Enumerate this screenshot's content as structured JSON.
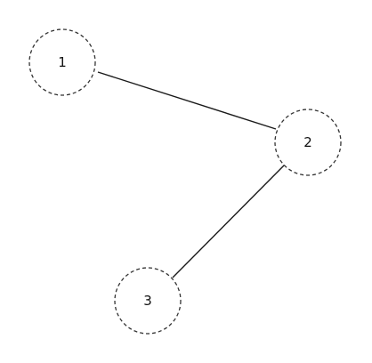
{
  "diagram": {
    "nodes": [
      {
        "id": "n1",
        "label": "1"
      },
      {
        "id": "n2",
        "label": "2"
      },
      {
        "id": "n3",
        "label": "3"
      }
    ],
    "edges": [
      {
        "from": "n1",
        "to": "n2"
      },
      {
        "from": "n2",
        "to": "n3"
      }
    ],
    "colors": {
      "edge": "#1a1a1a",
      "node_border": "#333333",
      "label": "#111111",
      "background": "#ffffff"
    }
  }
}
